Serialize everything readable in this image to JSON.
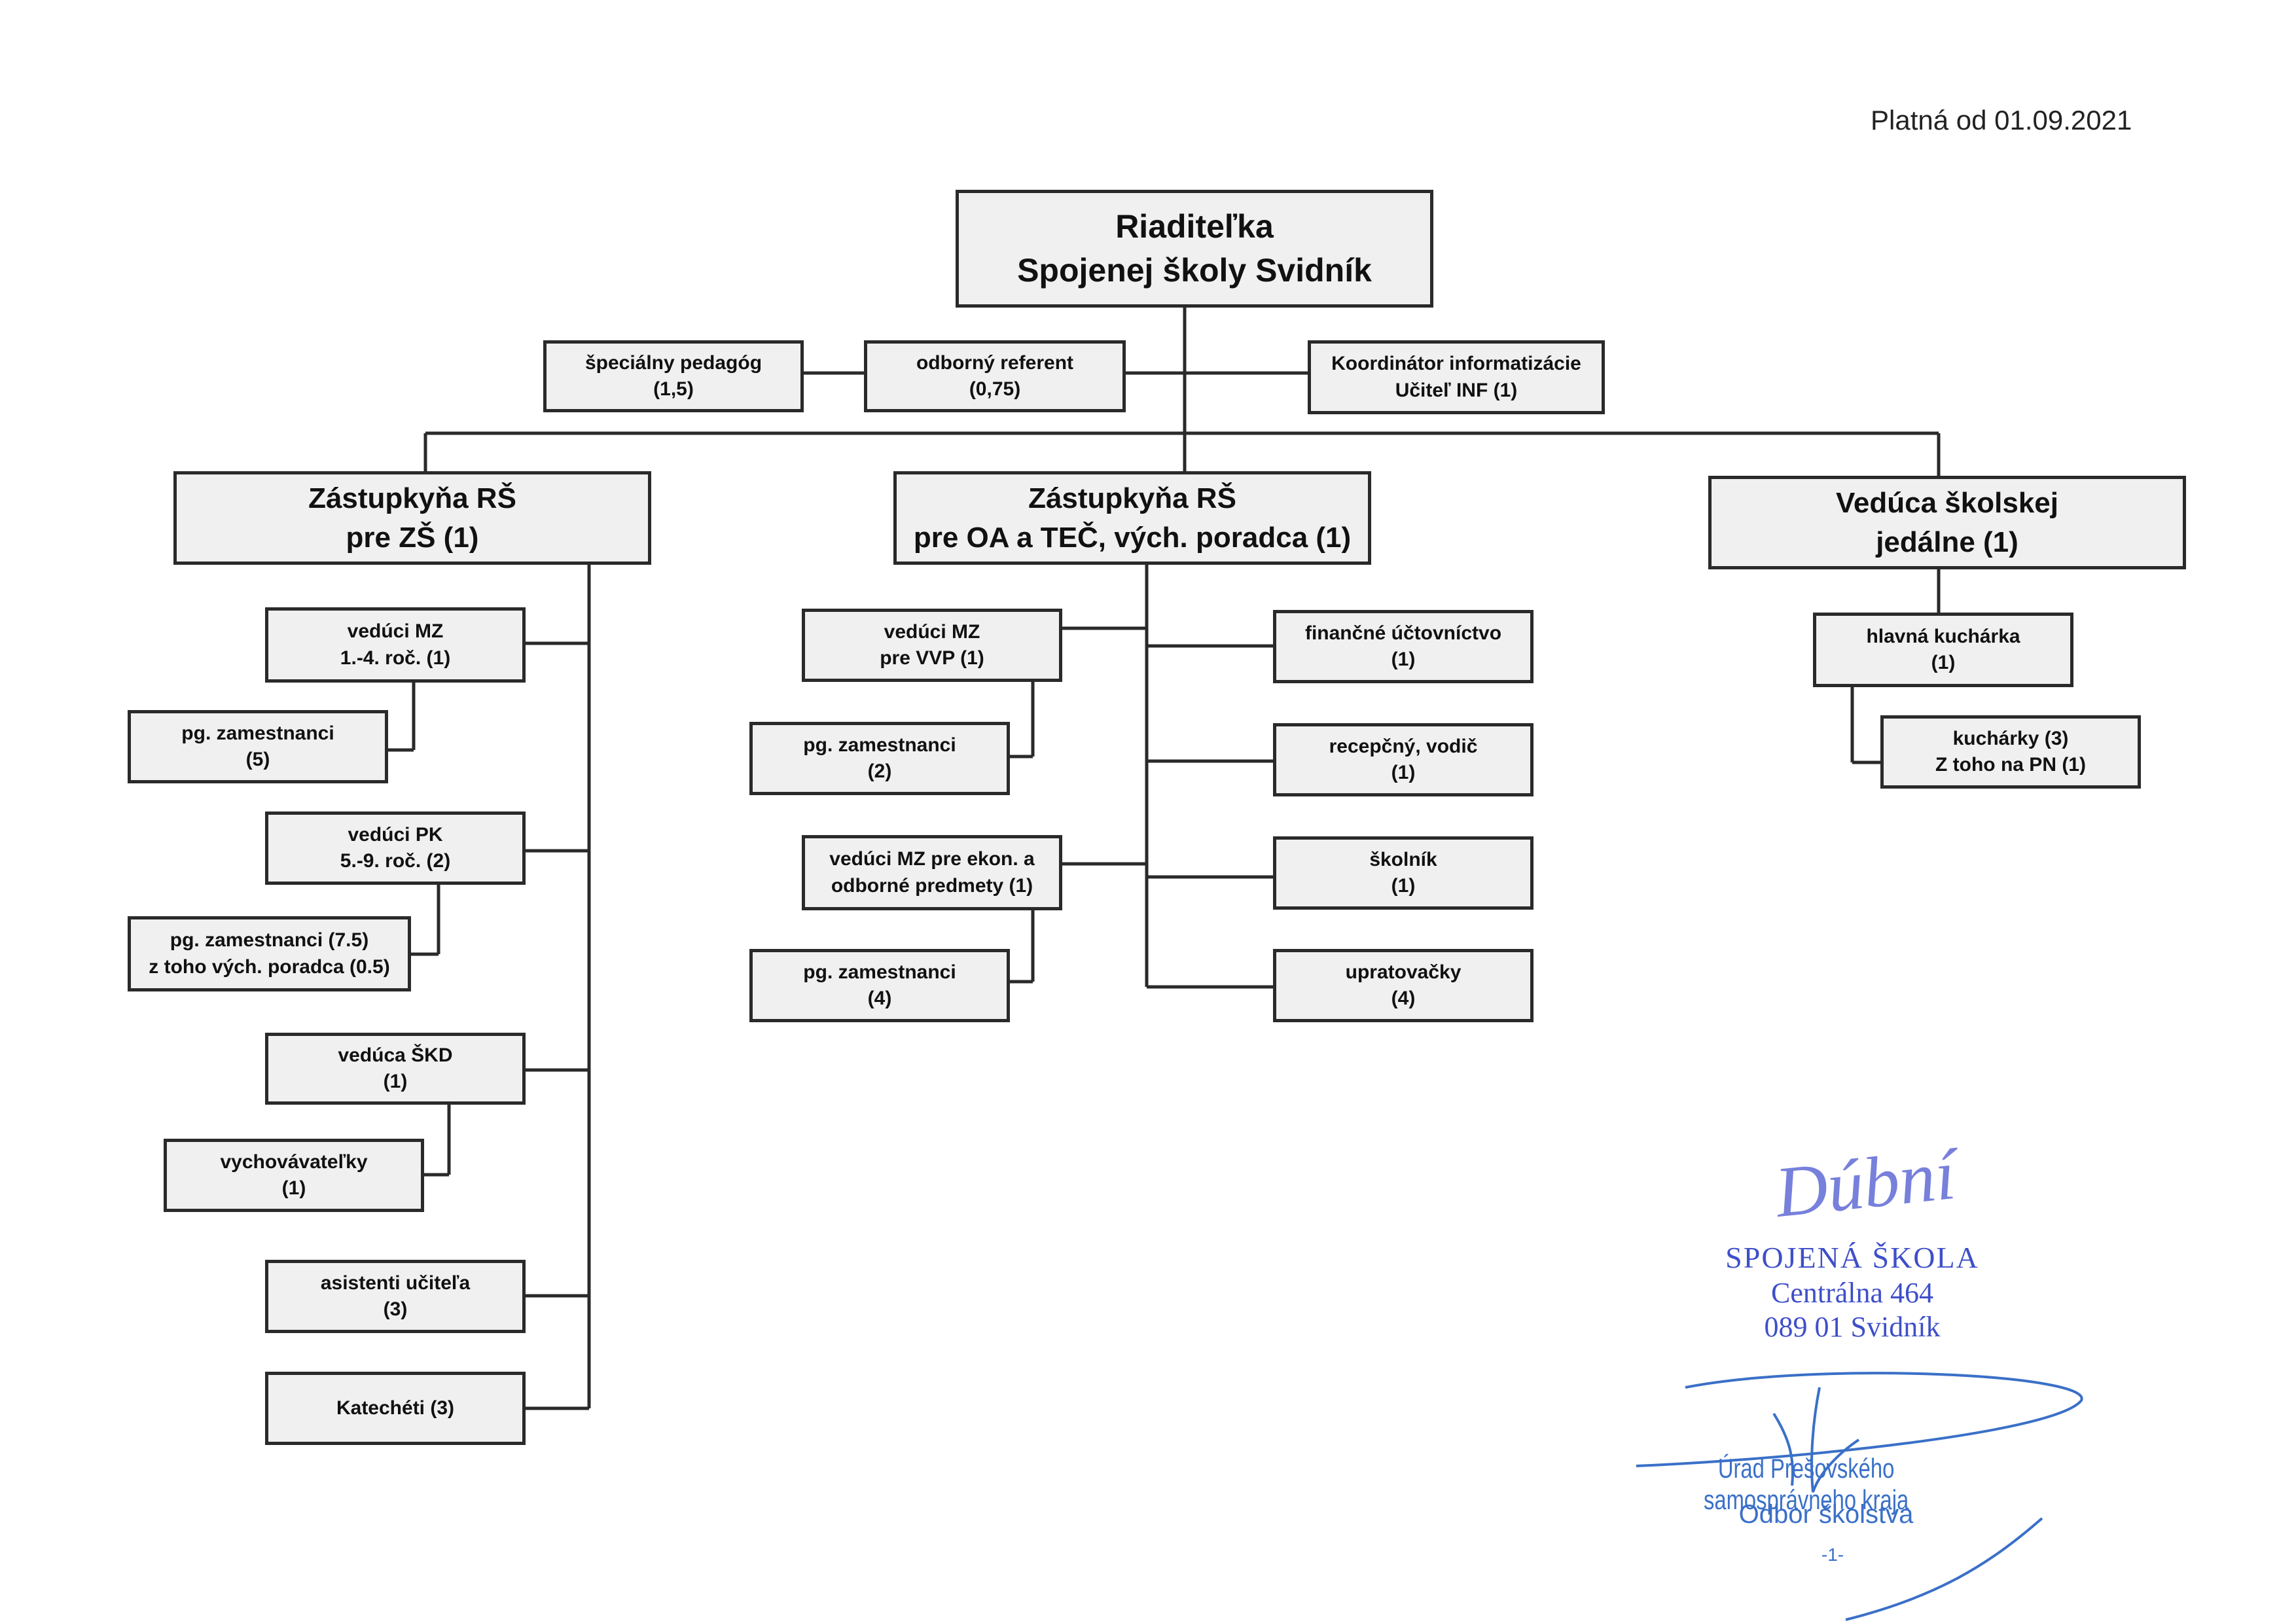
{
  "header": {
    "valid_from": "Platná od 01.09.2021"
  },
  "chart": {
    "director": {
      "line1": "Riaditeľka",
      "line2": "Spojenej školy Svidník"
    },
    "staff": {
      "special_pedagogue": {
        "line1": "špeciálny pedagóg",
        "line2": "(1,5)"
      },
      "referent": {
        "line1": "odborný referent",
        "line2": "(0,75)"
      },
      "coordinator": {
        "line1": "Koordinátor informatizácie",
        "line2": "Učiteľ INF (1)"
      }
    },
    "deputy_zs": {
      "title": {
        "line1": "Zástupkyňa RŠ",
        "line2": "pre ZŠ (1)"
      },
      "mz_1_4": {
        "line1": "vedúci MZ",
        "line2": "1.-4. roč. (1)"
      },
      "pg_5": {
        "line1": "pg. zamestnanci",
        "line2": "(5)"
      },
      "pk_5_9": {
        "line1": "vedúci PK",
        "line2": "5.-9. roč. (2)"
      },
      "pg_75": {
        "line1": "pg. zamestnanci (7.5)",
        "line2": "z toho vých. poradca (0.5)"
      },
      "skd": {
        "line1": "vedúca ŠKD",
        "line2": "(1)"
      },
      "educators": {
        "line1": "vychovávateľky",
        "line2": "(1)"
      },
      "assistants": {
        "line1": "asistenti učiteľa",
        "line2": "(3)"
      },
      "catechists": {
        "line1": "Katechéti (3)"
      }
    },
    "deputy_oa": {
      "title": {
        "line1": "Zástupkyňa RŠ",
        "line2": "pre OA a TEČ, vých. poradca (1)"
      },
      "mz_vvp": {
        "line1": "vedúci MZ",
        "line2": "pre VVP (1)"
      },
      "pg_2": {
        "line1": "pg. zamestnanci",
        "line2": "(2)"
      },
      "mz_econ": {
        "line1": "vedúci MZ pre ekon. a",
        "line2": "odborné predmety (1)"
      },
      "pg_4": {
        "line1": "pg. zamestnanci",
        "line2": "(4)"
      },
      "accounting": {
        "line1": "finančné účtovníctvo",
        "line2": "(1)"
      },
      "reception": {
        "line1": "recepčný, vodič",
        "line2": "(1)"
      },
      "caretaker": {
        "line1": "školník",
        "line2": "(1)"
      },
      "cleaners": {
        "line1": "upratovačky",
        "line2": "(4)"
      }
    },
    "canteen": {
      "title": {
        "line1": "Vedúca školskej",
        "line2": "jedálne (1)"
      },
      "head_cook": {
        "line1": "hlavná kuchárka",
        "line2": "(1)"
      },
      "cooks": {
        "line1": "kuchárky (3)",
        "line2": "Z toho na PN (1)"
      }
    }
  },
  "stamp_school": {
    "signature": "Dúbní",
    "name": "SPOJENÁ ŠKOLA",
    "street": "Centrálna 464",
    "city": "089 01 Svidník"
  },
  "stamp_office": {
    "line1": "Úrad Prešovského samosprávneho kraja",
    "line2": "Odbor školstva",
    "page": "-1-"
  },
  "colors": {
    "box_fill": "#f0f0f0",
    "border": "#2a2a2a",
    "stamp_ink": "#3f4fc9"
  }
}
